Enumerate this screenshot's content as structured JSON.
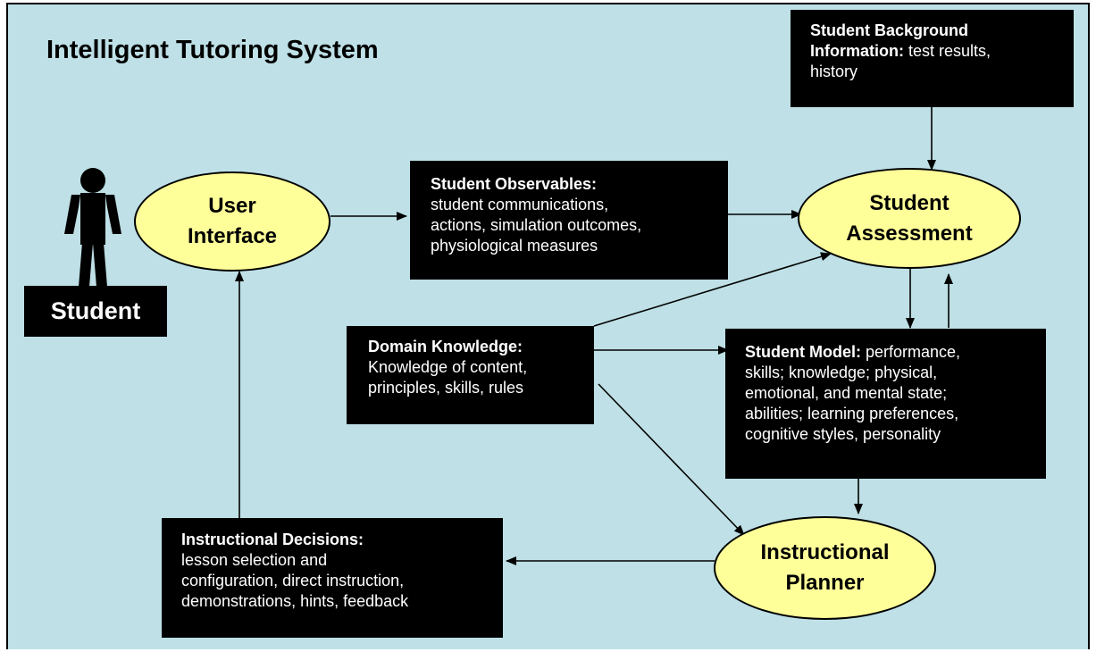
{
  "title": "Intelligent Tutoring System",
  "student": {
    "label": "Student",
    "icon": "person-icon"
  },
  "ellipses": {
    "user_interface": [
      "User",
      "Interface"
    ],
    "student_assessment": [
      "Student",
      "Assessment"
    ],
    "instructional_planner": [
      "Instructional",
      "Planner"
    ]
  },
  "boxes": {
    "background": {
      "heading": "Student Background",
      "heading2": "Information:",
      "rest2": " test results,",
      "lines": [
        "history"
      ]
    },
    "observables": {
      "heading": "Student Observables:",
      "lines": [
        "student communications,",
        "actions, simulation outcomes,",
        "physiological measures"
      ]
    },
    "domain": {
      "heading": "Domain Knowledge:",
      "lines": [
        "Knowledge of content,",
        "principles, skills, rules"
      ]
    },
    "model": {
      "heading": "Student Model:",
      "rest1": " performance,",
      "lines": [
        "skills; knowledge; physical,",
        "emotional, and mental state;",
        "abilities; learning preferences,",
        "cognitive styles, personality"
      ]
    },
    "decisions": {
      "heading": "Instructional Decisions:",
      "lines": [
        "lesson selection and",
        "configuration, direct instruction,",
        "demonstrations, hints, feedback"
      ]
    }
  },
  "colors": {
    "background": "#bee0e6",
    "ellipse_fill": "#ffff99",
    "box_fill": "#000000",
    "box_text": "#ffffff"
  }
}
